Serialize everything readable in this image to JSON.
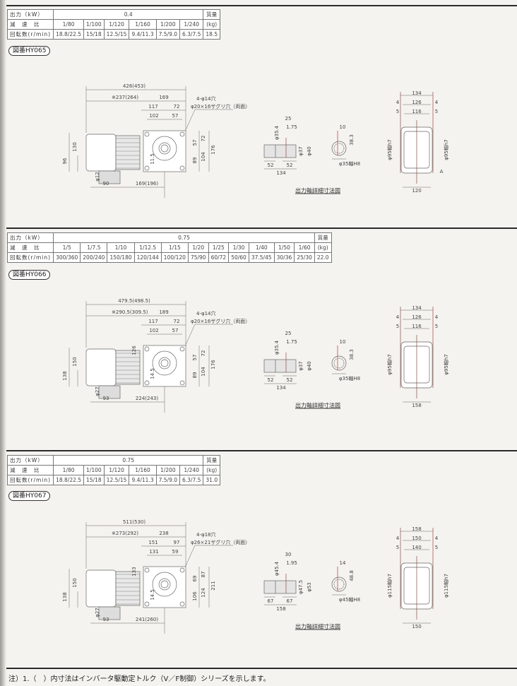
{
  "sections": [
    {
      "model": "図番HY065",
      "table": {
        "output_label": "出力（kW）",
        "output_value": "0.4",
        "ratio_label": "減　速　比",
        "ratios": [
          "1/80",
          "1/100",
          "1/120",
          "1/160",
          "1/200",
          "1/240"
        ],
        "speed_label": "回転数(r/min)",
        "speeds": [
          "18.8/22.5",
          "15/18",
          "12.5/15",
          "9.4/11.3",
          "7.5/9.0",
          "6.3/7.5"
        ],
        "mass_label": "質量",
        "mass_unit": "(kg)",
        "mass": "18.5"
      },
      "dims": {
        "overall": "426(453)",
        "star": "※237(264)",
        "gear_total": "169",
        "g1": "117",
        "g2": "72",
        "g3": "102",
        "g4": "57",
        "hole_note1": "4-φ14穴",
        "hole_note2": "φ20×16ザグリ穴（両面）",
        "motor_h": "130",
        "base_h": "96",
        "phi": "φ12",
        "len1": "90",
        "len2": "169(196)",
        "v1": "57",
        "v2": "72",
        "v3": "89",
        "v4": "104",
        "v5": "176",
        "center": "11.5",
        "s_key": "25",
        "s_depth": "1.75",
        "s_d1": "φ35.4",
        "s_d2": "φ37",
        "s_d3": "φ40",
        "s_l1": "52",
        "s_l2": "52",
        "s_total": "134",
        "k_w": "10",
        "k_h": "38.3",
        "k_d": "φ35軸H8",
        "caption": "出力軸詳細寸法図",
        "f_total": "134",
        "f_a": "4",
        "f_mid": "126",
        "f_b": "4",
        "f_c": "5",
        "f_inner": "116",
        "f_d": "5",
        "f_phi_l": "φ95軸h7",
        "f_phi_r": "φ95軸h7",
        "f_arrow": "A",
        "f_bottom": "120"
      }
    },
    {
      "model": "図番HY066",
      "table": {
        "output_label": "出力（kW）",
        "output_value": "0.75",
        "ratio_label": "減　速　比",
        "ratios": [
          "1/5",
          "1/7.5",
          "1/10",
          "1/12.5",
          "1/15",
          "1/20",
          "1/25",
          "1/30",
          "1/40",
          "1/50",
          "1/60"
        ],
        "speed_label": "回転数(r/min)",
        "speeds": [
          "300/360",
          "200/240",
          "150/180",
          "120/144",
          "100/120",
          "75/90",
          "60/72",
          "50/60",
          "37.5/45",
          "30/36",
          "25/30"
        ],
        "mass_label": "質量",
        "mass_unit": "(kg)",
        "mass": "22.0"
      },
      "dims": {
        "overall": "479.5(498.5)",
        "star": "※290.5(309.5)",
        "gear_total": "189",
        "g1": "117",
        "g2": "72",
        "g3": "102",
        "g4": "57",
        "hole_note1": "4-φ14穴",
        "hole_note2": "φ20×16ザグリ穴（両面）",
        "motor_h": "150",
        "base_h": "138",
        "extra": "126",
        "phi": "φ27",
        "len1": "93",
        "len2": "224(243)",
        "v1": "57",
        "v2": "72",
        "v3": "89",
        "v4": "104",
        "v5": "176",
        "center": "14.5",
        "s_key": "25",
        "s_depth": "1.75",
        "s_d1": "φ35.4",
        "s_d2": "φ37",
        "s_d3": "φ40",
        "s_l1": "52",
        "s_l2": "52",
        "s_total": "134",
        "k_w": "10",
        "k_h": "38.3",
        "k_d": "φ35軸H8",
        "caption": "出力軸詳細寸法図",
        "f_total": "134",
        "f_a": "4",
        "f_mid": "126",
        "f_b": "4",
        "f_c": "5",
        "f_inner": "116",
        "f_d": "5",
        "f_phi_l": "φ95軸h7",
        "f_phi_r": "φ95軸h7",
        "f_bottom": "158"
      }
    },
    {
      "model": "図番HY067",
      "table": {
        "output_label": "出力（kW）",
        "output_value": "0.75",
        "ratio_label": "減　速　比",
        "ratios": [
          "1/80",
          "1/100",
          "1/120",
          "1/160",
          "1/200",
          "1/240"
        ],
        "speed_label": "回転数(r/min)",
        "speeds": [
          "18.8/22.5",
          "15/18",
          "12.5/15",
          "9.4/11.3",
          "7.5/9.0",
          "6.3/7.5"
        ],
        "mass_label": "質量",
        "mass_unit": "(kg)",
        "mass": "31.0"
      },
      "dims": {
        "overall": "511(530)",
        "star": "※273(292)",
        "gear_total": "238",
        "g1": "151",
        "g2": "97",
        "g3": "131",
        "g4": "59",
        "hole_note1": "4-φ18穴",
        "hole_note2": "φ26×21ザグリ穴（両面）",
        "motor_h": "150",
        "base_h": "138",
        "extra": "133",
        "phi": "φ27",
        "len1": "93",
        "len2": "241(260)",
        "v1": "69",
        "v2": "87",
        "v3": "106",
        "v4": "124",
        "v5": "211",
        "center": "14.5",
        "s_key": "30",
        "s_depth": "1.95",
        "s_d1": "φ45.4",
        "s_d2": "φ47.5",
        "s_d3": "φ53",
        "s_l1": "67",
        "s_l2": "67",
        "s_total": "158",
        "k_w": "14",
        "k_h": "48.8",
        "k_d": "φ45軸H8",
        "caption": "出力軸詳細寸法図",
        "f_total": "158",
        "f_a": "4",
        "f_mid": "150",
        "f_b": "4",
        "f_c": "5",
        "f_inner": "140",
        "f_d": "5",
        "f_phi_l": "φ115軸h7",
        "f_phi_r": "φ115軸h7",
        "f_bottom": "150"
      }
    }
  ],
  "footnote": "注）1.（　）内寸法はインバータ駆動定トルク（V／F制御）シリーズを示します。"
}
